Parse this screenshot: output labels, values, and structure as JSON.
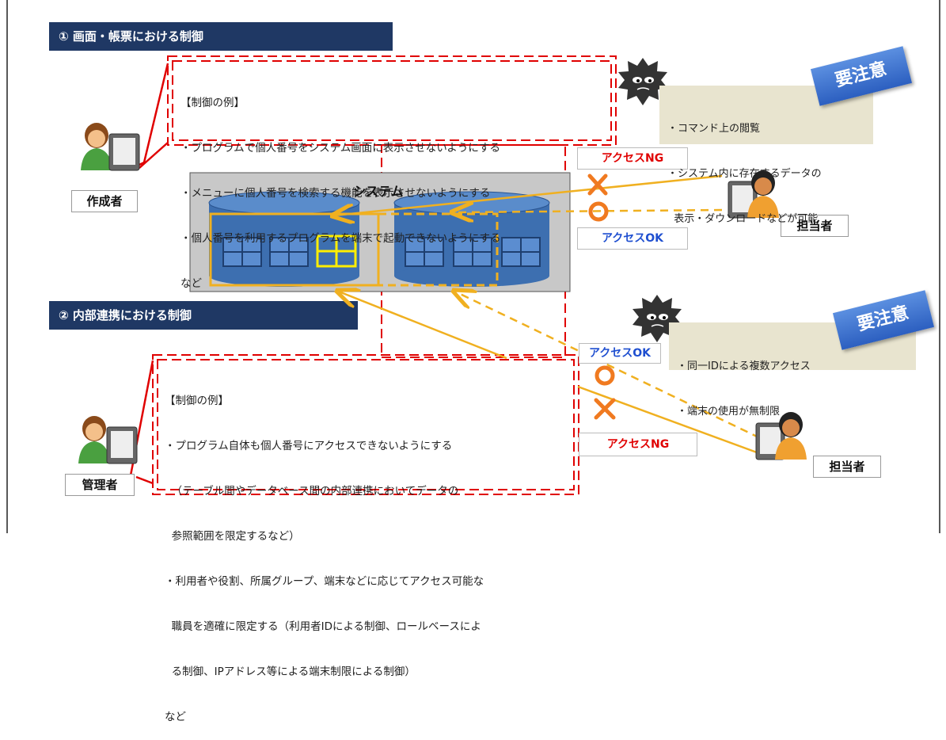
{
  "section1": {
    "title": "① 画面・帳票における制御"
  },
  "section2": {
    "title": "② 内部連携における制御"
  },
  "box1": {
    "lines": [
      "【制御の例】",
      "・プログラムで個人番号をシステム画面に表示させないようにする",
      "・メニューに個人番号を検索する機能を表示させないようにする",
      "・個人番号を利用するプログラムを端末で起動できないようにする",
      "など"
    ]
  },
  "box2": {
    "lines": [
      "【制御の例】",
      "・プログラム自体も個人番号にアクセスできないようにする",
      "  （テーブル間やデータベース間の内部連携においてデータの",
      "  参照範囲を限定するなど）",
      "・利用者や役割、所属グループ、端末などに応じてアクセス可能な",
      "  職員を適確に限定する（利用者IDによる制御、ロールベースによ",
      "  る制御、IPアドレス等による端末制限による制御）",
      "など"
    ]
  },
  "warning1": {
    "badge": "要注意",
    "lines": [
      "・コマンド上の閲覧",
      "・システム内に存在するデータの",
      "  表示・ダウンロードなどが可能"
    ]
  },
  "warning2": {
    "badge": "要注意",
    "lines": [
      "・同一IDによる複数アクセス",
      "・端末の使用が無制限"
    ]
  },
  "system": {
    "title": "システム"
  },
  "roles": {
    "creator": "作成者",
    "admin": "管理者",
    "staff_top": "担当者",
    "staff_bottom": "担当者"
  },
  "access": {
    "ng_top": "アクセスNG",
    "ok_top": "アクセスOK",
    "ok_bottom": "アクセスOK",
    "ng_bottom": "アクセスNG"
  },
  "colors": {
    "section_bg": "#1f3864",
    "dashed_red": "#e00000",
    "db_blue": "#3d6fb0",
    "arrow_orange": "#f0b020",
    "highlight_yellow": "#ffee00",
    "badge_blue": "#3c6fd0",
    "warning_bg": "#e8e4cf"
  }
}
